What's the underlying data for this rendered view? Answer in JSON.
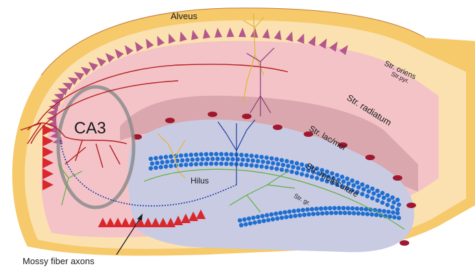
{
  "figure": {
    "labels": {
      "alveus": "Alveus",
      "str_oriens": "Str. oriens",
      "str_pyr": "Str.pyr.",
      "str_radiatum": "Str. radiatum",
      "ca3": "CA3",
      "str_lac_mol": "Str. lac/mol",
      "hilus": "Hilus",
      "str_moleculare": "Str. moleculare",
      "str_gr": "Str. gr.",
      "mossy_fiber_axons": "Mossy fiber axons"
    },
    "colors": {
      "alveus": "#f6c96a",
      "oriens": "#fbe1b0",
      "pyramidal_layer": "#b4588c",
      "radiatum": "#f3c3c8",
      "lac_mol": "#d9a7ad",
      "dentate_region": "#c9cbe3",
      "granule_cells": "#1f6fd1",
      "ca3_pyramidal": "#d8282c",
      "ca3_ring": "#8c8c8c",
      "axon_red": "#b41e1e",
      "axon_blue": "#1a3fa0",
      "interneuron_yellow": "#e3b52a",
      "interneuron_green": "#5bb03a",
      "nucleus_marks": "#a01830"
    }
  }
}
